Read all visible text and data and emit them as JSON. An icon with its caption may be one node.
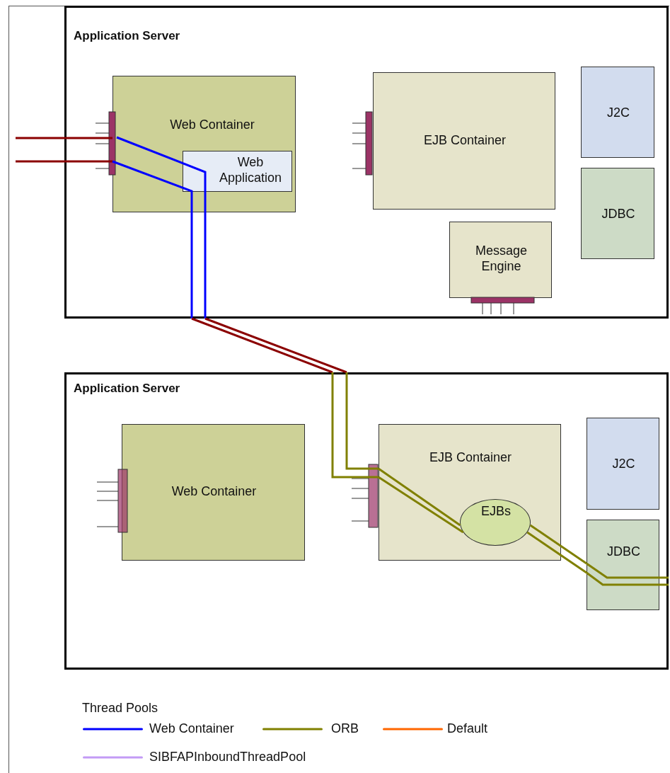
{
  "diagram": {
    "nodes": [
      {
        "text": [
          "Application Server"
        ]
      },
      {
        "text": [
          "Web Container"
        ],
        "in": 0
      },
      {
        "text": [
          "Web Application"
        ],
        "in": 1
      },
      {
        "text": [
          "EJB Container"
        ],
        "in": 0
      },
      {
        "text": [
          "J2C"
        ],
        "in": 0
      },
      {
        "text": [
          "JDBC"
        ],
        "in": 0
      },
      {
        "text": [
          "Message Engine"
        ],
        "in": 0
      },
      {
        "text": [
          "Application Server"
        ]
      },
      {
        "text": [
          "Web Container"
        ],
        "in": 7
      },
      {
        "text": [
          "EJB Container"
        ],
        "in": 7
      },
      {
        "text": [
          "EJBs"
        ],
        "in": 9
      },
      {
        "text": [
          "J2C"
        ],
        "in": 7
      },
      {
        "text": [
          "JDBC"
        ],
        "in": 7
      }
    ],
    "edges": [
      {
        "from": null,
        "to": 1,
        "arrow": "none",
        "color": "#8b0000"
      },
      {
        "from": null,
        "to": 1,
        "arrow": "none",
        "color": "#8b0000"
      },
      {
        "from": 1,
        "to": 2,
        "arrow": "none",
        "color": "#0000ff"
      },
      {
        "from": 1,
        "to": 2,
        "arrow": "none",
        "color": "#0000ff"
      },
      {
        "from": 2,
        "to": 0,
        "arrow": "none",
        "color": "#0000ff"
      },
      {
        "from": 2,
        "to": 0,
        "arrow": "none",
        "color": "#0000ff"
      },
      {
        "from": 0,
        "to": 7,
        "arrow": "none",
        "color": "#8b0000"
      },
      {
        "from": 0,
        "to": 7,
        "arrow": "none",
        "color": "#8b0000"
      },
      {
        "from": 7,
        "to": 9,
        "arrow": "none"
      },
      {
        "from": 7,
        "to": 9,
        "arrow": "none"
      },
      {
        "from": 9,
        "to": 10,
        "arrow": "none"
      },
      {
        "from": 9,
        "to": 10,
        "arrow": "none"
      },
      {
        "from": 10,
        "to": 12,
        "arrow": "none"
      },
      {
        "from": 10,
        "to": 12,
        "arrow": "none"
      },
      {
        "from": 12,
        "to": null,
        "arrow": "none"
      },
      {
        "from": 12,
        "to": null,
        "arrow": "none"
      }
    ],
    "labels": [
      "Thread Pools"
    ],
    "legend": [
      {
        "text": "Web Container",
        "color": "#0000ff"
      },
      {
        "text": "ORB",
        "color": "#808000"
      },
      {
        "text": "Default",
        "color": "#ff6600"
      },
      {
        "text": "SIBFAPInboundThreadPool",
        "color": "#c39bf5"
      }
    ]
  }
}
